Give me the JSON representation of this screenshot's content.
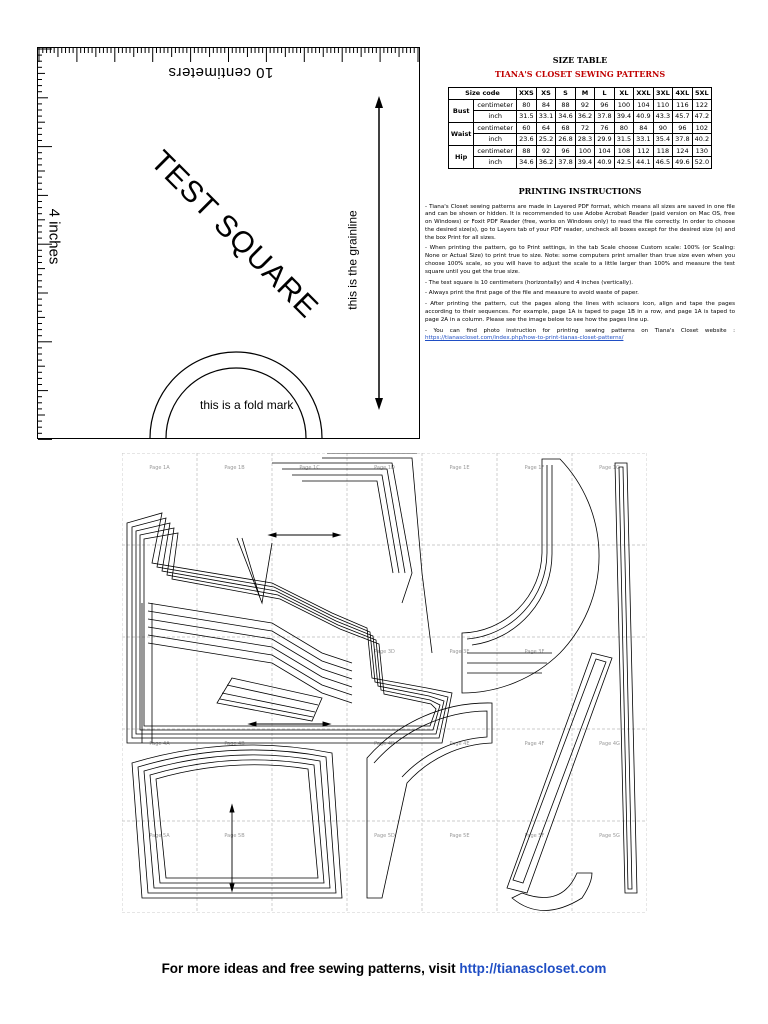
{
  "test_square": {
    "top_label": "10 centimeters",
    "left_label": "4 inches",
    "big_label": "TEST SQUARE",
    "grainline_label": "this is the grainline",
    "fold_label": "this is a fold mark"
  },
  "size_table": {
    "title": "SIZE TABLE",
    "subtitle": "TIANA'S CLOSET SEWING PATTERNS",
    "header_label": "Size code",
    "sizes": [
      "XXS",
      "XS",
      "S",
      "M",
      "L",
      "XL",
      "XXL",
      "3XL",
      "4XL",
      "5XL"
    ],
    "rows": [
      {
        "measure": "Bust",
        "units": [
          {
            "unit": "centimeter",
            "values": [
              "80",
              "84",
              "88",
              "92",
              "96",
              "100",
              "104",
              "110",
              "116",
              "122"
            ]
          },
          {
            "unit": "inch",
            "values": [
              "31.5",
              "33.1",
              "34.6",
              "36.2",
              "37.8",
              "39.4",
              "40.9",
              "43.3",
              "45.7",
              "47.2"
            ]
          }
        ]
      },
      {
        "measure": "Waist",
        "units": [
          {
            "unit": "centimeter",
            "values": [
              "60",
              "64",
              "68",
              "72",
              "76",
              "80",
              "84",
              "90",
              "96",
              "102"
            ]
          },
          {
            "unit": "inch",
            "values": [
              "23.6",
              "25.2",
              "26.8",
              "28.3",
              "29.9",
              "31.5",
              "33.1",
              "35.4",
              "37.8",
              "40.2"
            ]
          }
        ]
      },
      {
        "measure": "Hip",
        "units": [
          {
            "unit": "centimeter",
            "values": [
              "88",
              "92",
              "96",
              "100",
              "104",
              "108",
              "112",
              "118",
              "124",
              "130"
            ]
          },
          {
            "unit": "inch",
            "values": [
              "34.6",
              "36.2",
              "37.8",
              "39.4",
              "40.9",
              "42.5",
              "44.1",
              "46.5",
              "49.6",
              "52.0"
            ]
          }
        ]
      }
    ]
  },
  "printing": {
    "title": "PRINTING INSTRUCTIONS",
    "p1": "- Tiana's Closet sewing patterns are made in Layered PDF format, which means all sizes are saved in one file and can be shown or hidden. It is recommended to use Adobe Acrobat Reader (paid version on Mac OS, free on Windows) or Foxit PDF Reader (free, works on Windows only) to read the file correctly. In order to choose the desired size(s), go to Layers tab of your PDF reader, uncheck all boxes except for the desired size (s) and the box Print for all sizes.",
    "p2": "- When printing the pattern, go to Print settings, in the tab Scale choose Custom scale: 100% (or Scaling: None or Actual Size) to print true to size. Note: some computers print smaller than true size even when you choose 100% scale, so you will have to adjust the scale to a little larger than 100% and measure the test square until you get the true size.",
    "p3": "- The test square is 10 centimeters (horizontally) and 4 inches (vertically).",
    "p4": "- Always print the first page of the file and measure to avoid waste of paper.",
    "p5": "- After printing the pattern, cut the pages along the lines with scissors icon, align and tape the pages according to their sequences. For example, page 1A is taped to page 1B in a row, and page 1A is taped to page 2A in a column. Please see the image below to see how the pages line up.",
    "p6_text": "- You can find photo instruction for printing sewing patterns on Tiana's Closet website : ",
    "p6_link": "https://tianascloset.com/index.php/how-to-print-tianas-closet-patterns/"
  },
  "pattern_pages": {
    "labels": [
      "Page 1A",
      "Page 1B",
      "Page 1C",
      "Page 1D",
      "Page 1E",
      "Page 1F",
      "Page 1G",
      "Page 3D",
      "Page 3E",
      "Page 3F",
      "Page 4A",
      "Page 4B",
      "Page 4D",
      "Page 4E",
      "Page 4F",
      "Page 4G",
      "Page 5A",
      "Page 5B",
      "Page 5D",
      "Page 5E",
      "Page 5F",
      "Page 5G"
    ]
  },
  "footer": {
    "text": "For more ideas and free sewing patterns, visit ",
    "link": "http://tianascloset.com"
  }
}
